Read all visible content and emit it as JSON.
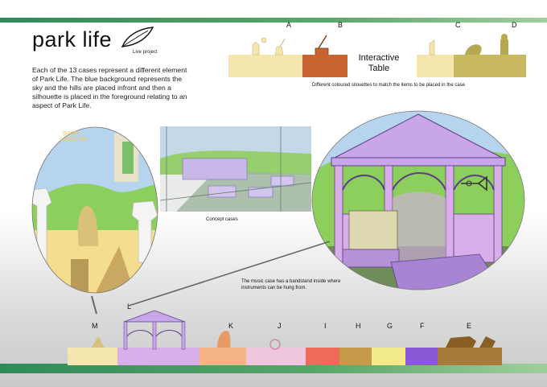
{
  "header": {
    "title": "park life",
    "subtitle": "Live project"
  },
  "intro": {
    "text": "Each of the 13 cases represent a different element of Park Life. The blue background represents the sky and the hills are placed infront and then a silhouette is placed in the foreground relating to an aspect of Park Life."
  },
  "table": {
    "label": "Interactive Table",
    "letters": [
      "A",
      "B",
      "C",
      "D"
    ],
    "caption": "Different coloured silouettes to match the items to be placed in the case"
  },
  "concept": {
    "caption": "Concept cases",
    "panel_text": [
      "guides",
      "outdoor life"
    ]
  },
  "music": {
    "caption": "The music case has a bandstand inside where instruments can be hung from."
  },
  "cases": {
    "letters": [
      "M",
      "L",
      "K",
      "J",
      "I",
      "H",
      "G",
      "F",
      "E"
    ]
  },
  "colors": {
    "accent_green": "#3f9a5c",
    "case_cream": "#f5e6ad",
    "case_rust": "#c8622e",
    "case_khaki": "#c8b960",
    "case_lilac": "#d8aee8",
    "case_peach": "#f5b486",
    "case_pink": "#f0c5de",
    "case_red": "#f06a5a",
    "case_tan": "#c79a4a",
    "case_yellow": "#f3ea8a",
    "case_purple": "#8a5ad6",
    "case_brown": "#a97b3a"
  },
  "icons": [
    "leaf-icon",
    "trumpet-icon",
    "bandstand-icon"
  ]
}
